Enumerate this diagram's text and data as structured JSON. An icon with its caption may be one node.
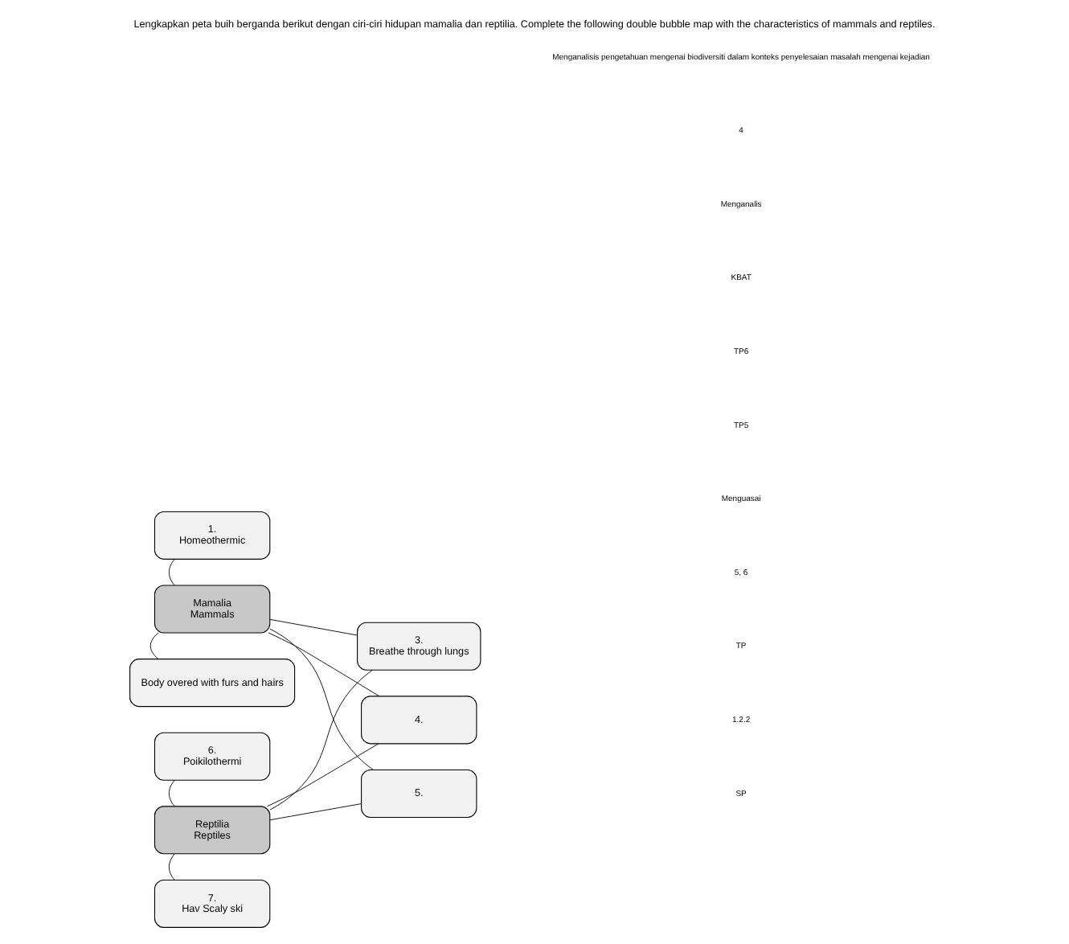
{
  "diagram": {
    "title": "Lengkapkan peta buih berganda berikut dengan ciri-ciri hidupan mamalia dan reptilia. Complete the following double bubble map with the characteristics of mammals and reptiles.",
    "nodes": [
      {
        "text": [
          "1.",
          "Homeothermic"
        ]
      },
      {
        "text": [
          "3.",
          "Breathe through lungs"
        ]
      },
      {
        "text": [
          "6.",
          "Poikilothermi"
        ]
      },
      {
        "text": [
          "Mamalia",
          "Mammals"
        ]
      },
      {
        "text": [
          "4."
        ]
      },
      {
        "text": [
          "Reptilia",
          "Reptiles"
        ]
      },
      {
        "text": [
          "5."
        ]
      },
      {
        "text": [
          "Body overed with furs and hairs"
        ]
      },
      {
        "text": [
          "7.",
          "Hav Scaly ski"
        ]
      }
    ],
    "edges": [
      {
        "from": 3,
        "to": 0,
        "arrow": "none"
      },
      {
        "from": 3,
        "to": 1,
        "arrow": "none"
      },
      {
        "from": 3,
        "to": 4,
        "arrow": "none"
      },
      {
        "from": 3,
        "to": 6,
        "arrow": "none"
      },
      {
        "from": 3,
        "to": 7,
        "arrow": "none"
      },
      {
        "from": 5,
        "to": 1,
        "arrow": "none"
      },
      {
        "from": 5,
        "to": 2,
        "arrow": "none"
      },
      {
        "from": 5,
        "to": 4,
        "arrow": "none"
      },
      {
        "from": 5,
        "to": 6,
        "arrow": "none"
      },
      {
        "from": 5,
        "to": 8,
        "arrow": "none"
      }
    ],
    "labels": [
      "SP",
      "1.2.2",
      "TP",
      "5, 6",
      "Menguasai",
      "TP5",
      "TP6",
      "KBAT",
      "Menganalis",
      "4",
      "Menganalisis pengetahuan mengenai biodiversiti dalam konteks penyelesaian masalah mengenai kejadian"
    ]
  }
}
